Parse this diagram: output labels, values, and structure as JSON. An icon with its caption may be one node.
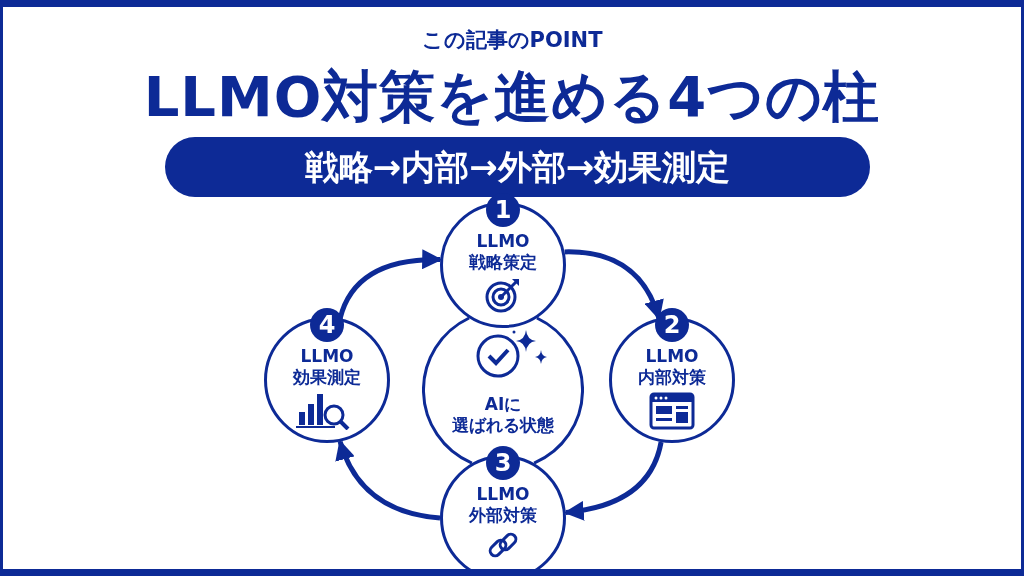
{
  "diagram": {
    "title": "LLMO対策を進める4つの柱",
    "nodes": [
      {
        "text": [
          "戦略→内部→外部→効果測定"
        ]
      },
      {
        "text": [
          "1",
          "LLMO 戦略策定"
        ]
      },
      {
        "text": [
          "2",
          "LLMO 内部対策"
        ]
      },
      {
        "text": [
          "3",
          "LLMO 外部対策"
        ]
      },
      {
        "text": [
          "4",
          "LLMO 効果測定"
        ]
      },
      {
        "text": [
          "AIに",
          "選ばれる状態"
        ]
      }
    ],
    "edges": [
      {
        "from": 1,
        "to": 2,
        "arrow": "to"
      },
      {
        "from": 2,
        "to": 3,
        "arrow": "to"
      },
      {
        "from": 3,
        "to": 4,
        "arrow": "to"
      },
      {
        "from": 4,
        "to": 1,
        "arrow": "to"
      }
    ],
    "labels": [
      "この記事のPOINT"
    ]
  }
}
